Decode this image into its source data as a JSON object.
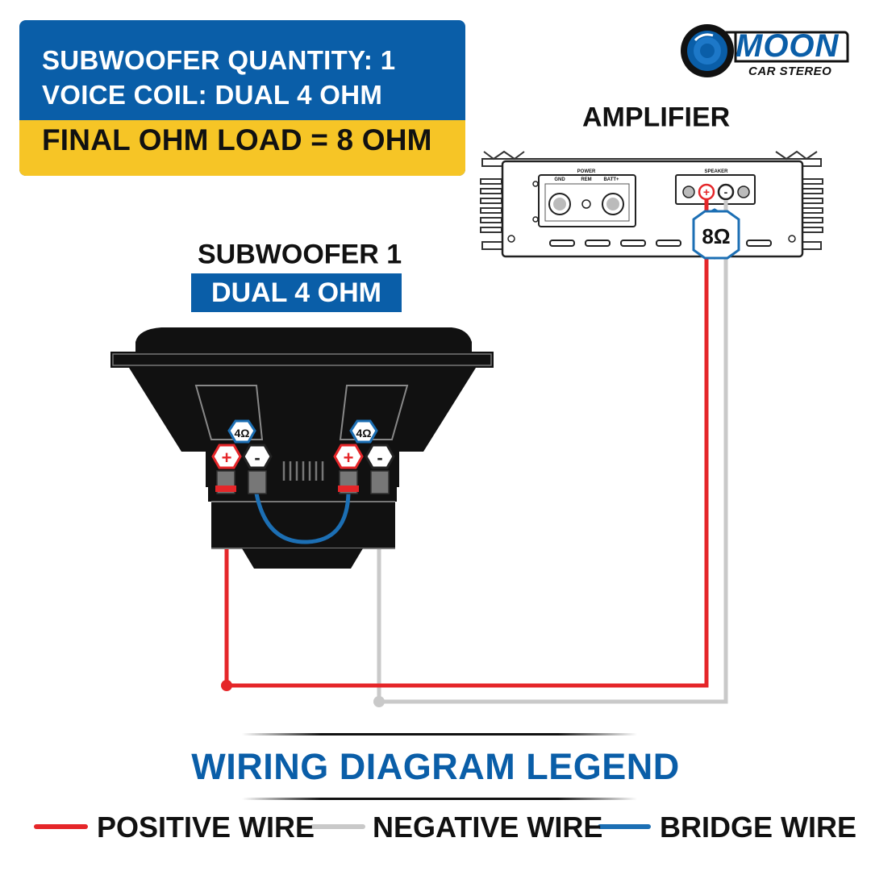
{
  "info": {
    "quantity": "SUBWOOFER QUANTITY: 1",
    "voice_coil": "VOICE COIL: DUAL 4 OHM",
    "final_load": "FINAL OHM LOAD = 8 OHM"
  },
  "logo": {
    "brand": "MOON",
    "sub": "CAR STEREO"
  },
  "amplifier": {
    "title": "AMPLIFIER",
    "power_label": "POWER",
    "power_terminals": [
      "GND",
      "REM",
      "BATT+"
    ],
    "speaker_label": "SPEAKER",
    "speaker_signs": [
      "+",
      "-"
    ],
    "load_badge": "8Ω"
  },
  "subwoofer": {
    "title": "SUBWOOFER 1",
    "badge": "DUAL 4 OHM",
    "coil_labels": [
      "4Ω",
      "4Ω"
    ],
    "terminal_signs": [
      "+",
      "-",
      "+",
      "-"
    ]
  },
  "legend": {
    "title": "WIRING DIAGRAM LEGEND",
    "items": [
      {
        "label": "POSITIVE WIRE",
        "color": "#e52629"
      },
      {
        "label": "NEGATIVE WIRE",
        "color": "#c9c9c9"
      },
      {
        "label": "BRIDGE WIRE",
        "color": "#1c6fb4"
      }
    ]
  },
  "colors": {
    "brand_blue": "#0a5ea8",
    "highlight_yellow": "#f6c526"
  }
}
